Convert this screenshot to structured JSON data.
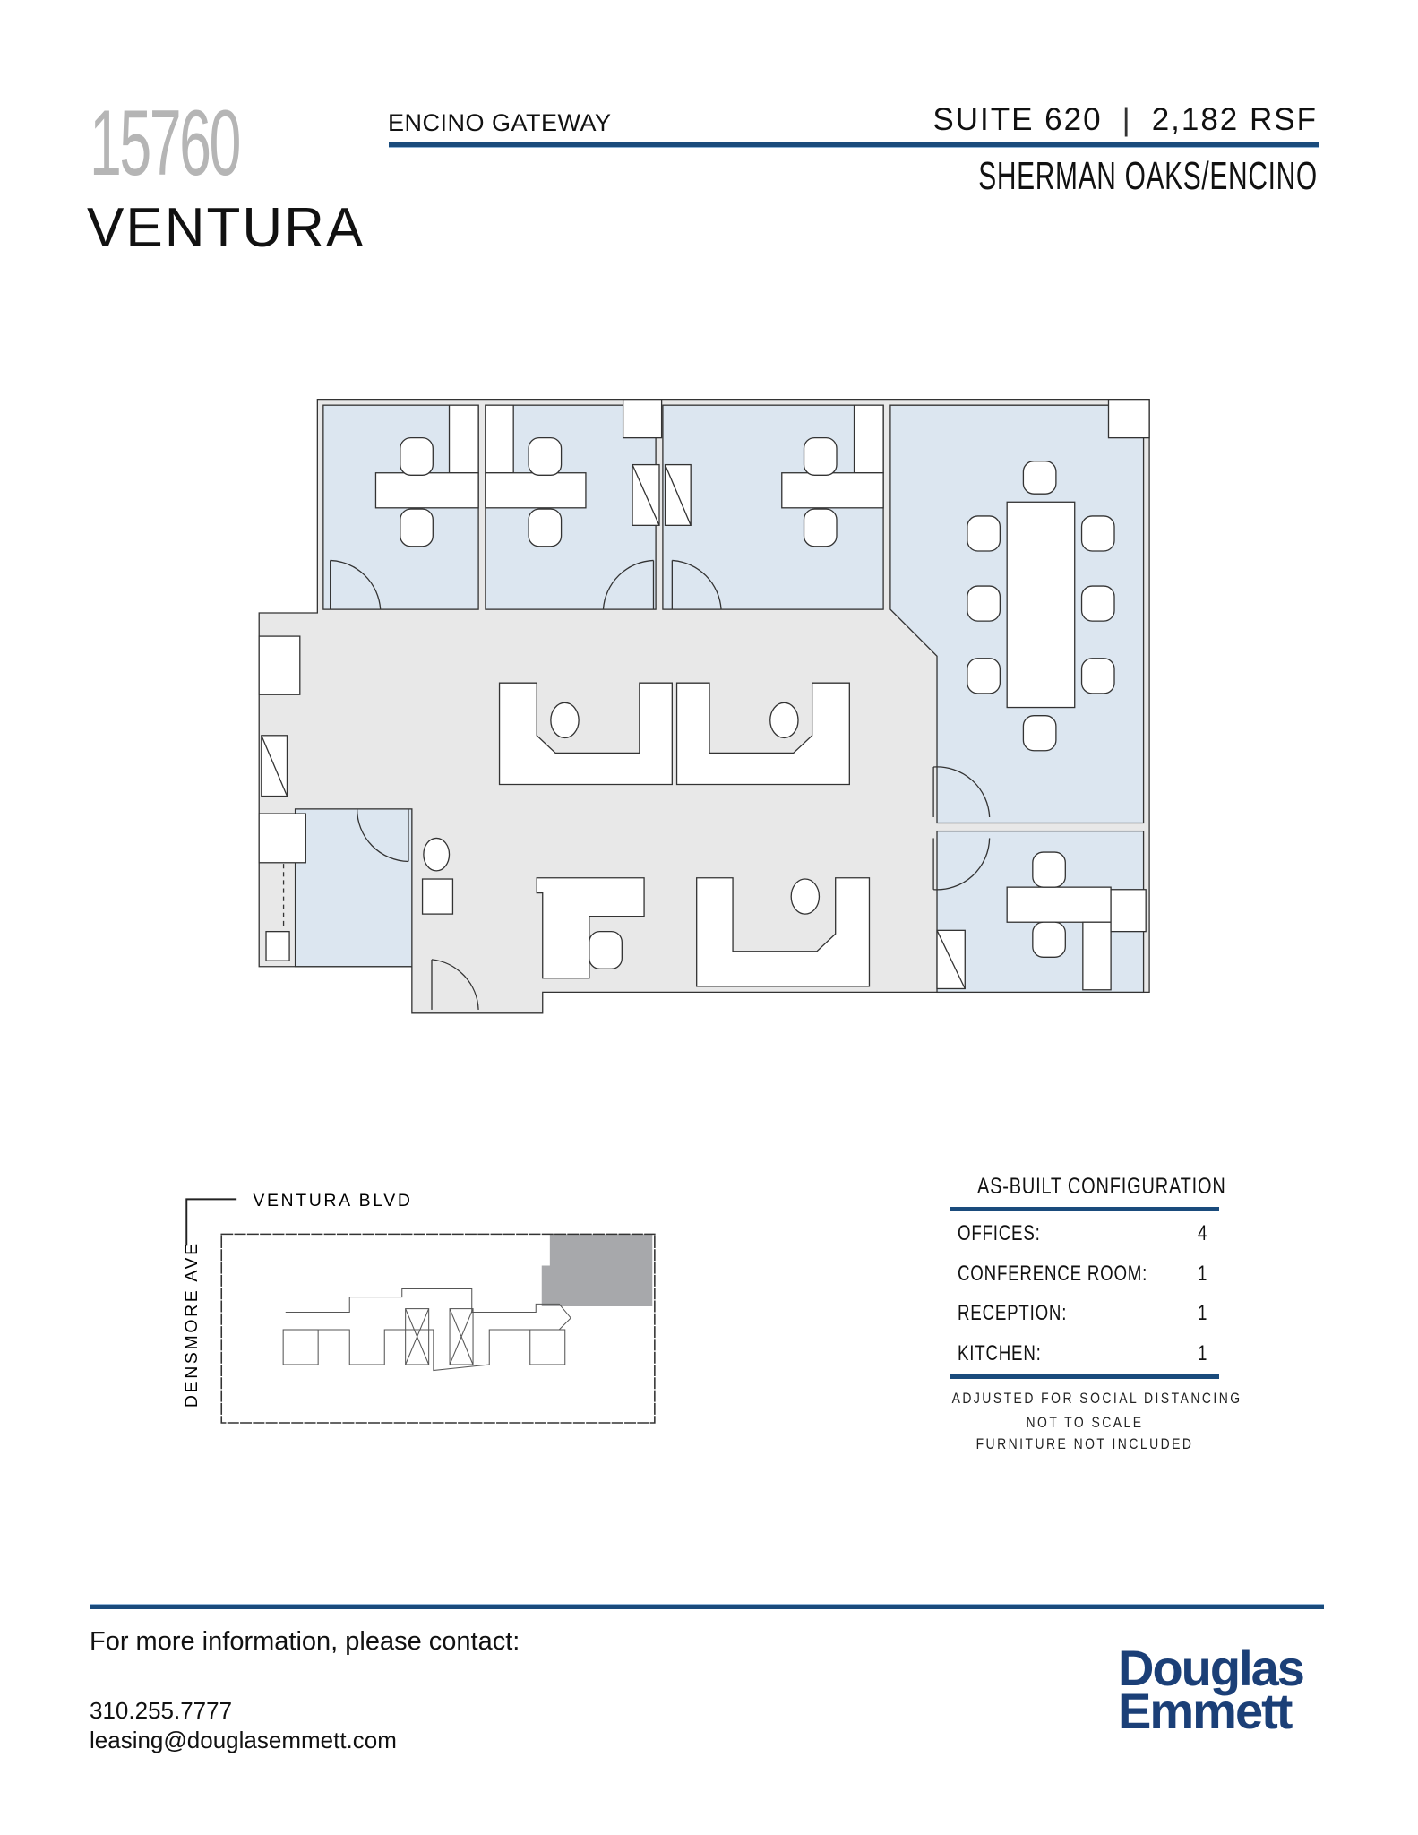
{
  "header": {
    "street_number": "15760",
    "street_name": "VENTURA",
    "building_name": "ENCINO GATEWAY",
    "suite": "SUITE 620",
    "separator": "|",
    "area": "2,182 RSF",
    "submarket": "SHERMAN OAKS/ENCINO"
  },
  "key_plan": {
    "street_top": "VENTURA BLVD",
    "street_side": "DENSMORE AVE"
  },
  "configuration": {
    "title": "AS-BUILT CONFIGURATION",
    "rows": [
      {
        "label": "OFFICES:",
        "value": "4"
      },
      {
        "label": "CONFERENCE ROOM:",
        "value": "1"
      },
      {
        "label": "RECEPTION:",
        "value": "1"
      },
      {
        "label": "KITCHEN:",
        "value": "1"
      }
    ],
    "notes": [
      "ADJUSTED FOR SOCIAL DISTANCING",
      "NOT TO SCALE",
      "FURNITURE NOT INCLUDED"
    ]
  },
  "footer": {
    "contact_prompt": "For more information, please contact:",
    "phone": "310.255.7777",
    "email": "leasing@douglasemmett.com",
    "logo_line1": "Douglas",
    "logo_line2": "Emmett"
  },
  "colors": {
    "accent": "#1a4b7c",
    "office_fill": "#dce6f0",
    "common_fill": "#e8e8e8",
    "highlight_suite": "#a7a8ab",
    "logo": "#1b3f77"
  }
}
